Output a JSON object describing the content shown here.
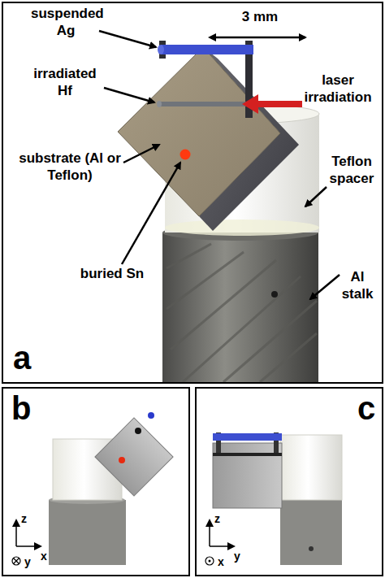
{
  "diagram": {
    "nodes": [
      {
        "text": [
          "a"
        ]
      },
      {
        "text": [
          "b"
        ]
      },
      {
        "text": [
          "c"
        ]
      }
    ],
    "labels": [
      "suspended Ag",
      "3 mm",
      "irradiated Hf",
      "laser irradiation",
      "substrate (Al or Teflon)",
      "Teflon spacer",
      "buried Sn",
      "Al stalk",
      "z",
      "x",
      "y",
      "z",
      "y",
      "x"
    ]
  }
}
